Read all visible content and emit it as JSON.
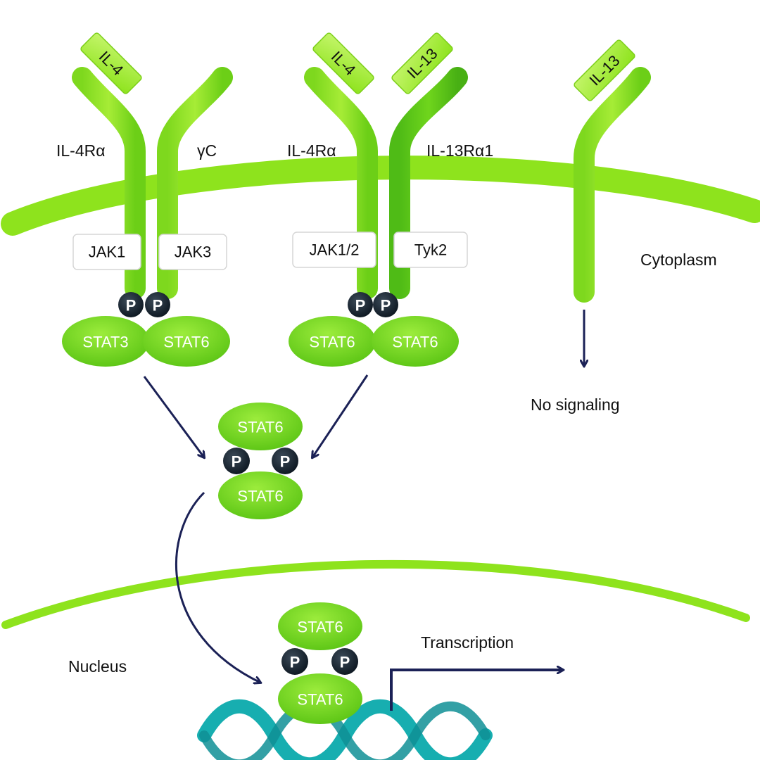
{
  "labels": {
    "il4_1": "IL-4",
    "il4_2": "IL-4",
    "il13_1": "IL-13",
    "il13_2": "IL-13",
    "il4ra_1": "IL-4Rα",
    "gamma_c": "γC",
    "il4ra_2": "IL-4Rα",
    "il13ra1": "IL-13Rα1",
    "jak1": "JAK1",
    "jak3": "JAK3",
    "jak12": "JAK1/2",
    "tyk2": "Tyk2",
    "cytoplasm": "Cytoplasm",
    "no_signaling": "No signaling",
    "nucleus": "Nucleus",
    "transcription": "Transcription"
  },
  "stats": {
    "a_left": "STAT3",
    "a_right": "STAT6",
    "b_left": "STAT6",
    "b_right": "STAT6",
    "dimer_top": "STAT6",
    "dimer_bottom": "STAT6",
    "nuc_top": "STAT6",
    "nuc_bottom": "STAT6"
  },
  "phospho": {
    "p": "P"
  },
  "colors": {
    "membrane": "#8ee31d",
    "receptor_light": "#a6ec36",
    "receptor_dark": "#62c818",
    "stat": "#6ed41a",
    "ligand": "#aaf03e",
    "phospho": "#12202e",
    "arrow": "#1b2156",
    "dna": "#17aeb0"
  }
}
